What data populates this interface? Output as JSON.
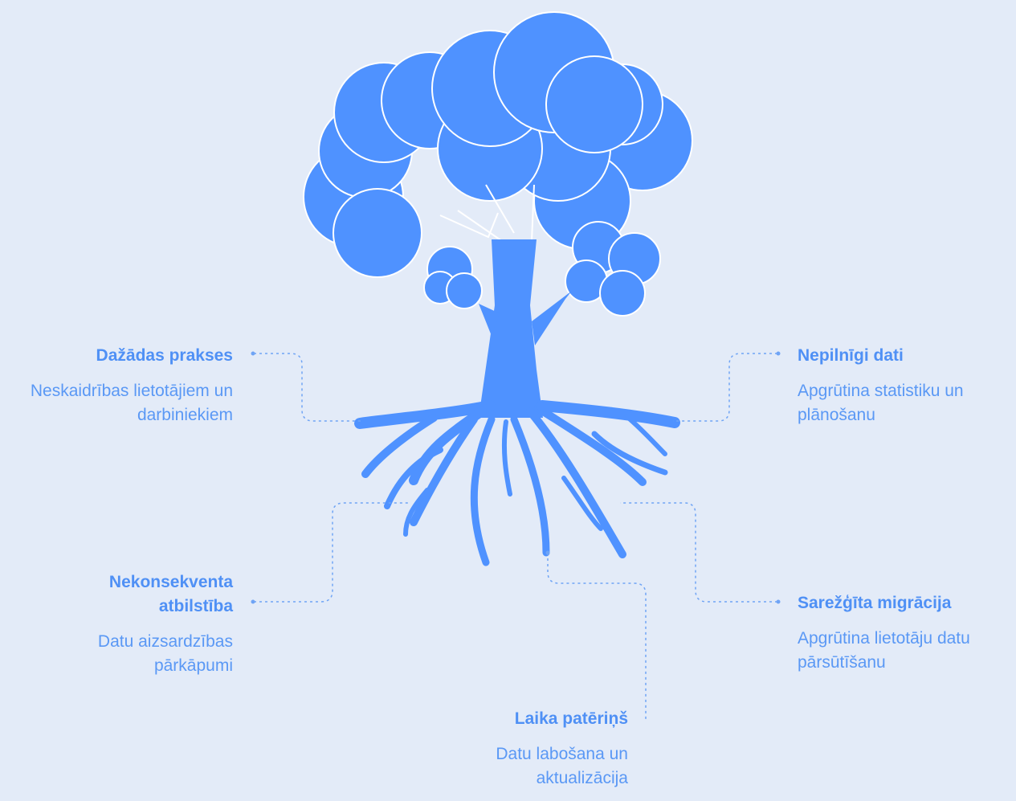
{
  "colors": {
    "background": "#e3ebf8",
    "tree": "#4f92ff",
    "accent": "#4f90f5",
    "connector": "#6fa4f5"
  },
  "callouts": [
    {
      "id": "dazadas-prakses",
      "title": "Dažādas prakses",
      "description": "Neskaidrības lietotājiem un darbiniekiem"
    },
    {
      "id": "nepilnigi-dati",
      "title": "Nepilnīgi dati",
      "description": "Apgrūtina statistiku un plānošanu"
    },
    {
      "id": "nekonsekventa-atbilstiba",
      "title": "Nekonsekventa atbilstība",
      "description": "Datu aizsardzības pārkāpumi"
    },
    {
      "id": "sarezgita-migracija",
      "title": "Sarežģīta migrācija",
      "description": "Apgrūtina lietotāju datu pārsūtīšanu"
    },
    {
      "id": "laika-paterins",
      "title": "Laika patēriņš",
      "description": "Datu labošana un aktualizācija"
    }
  ]
}
